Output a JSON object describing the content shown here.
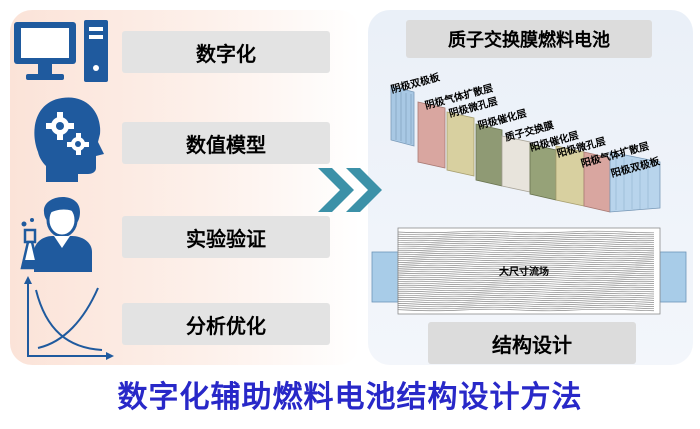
{
  "left_steps": [
    {
      "label": "数字化",
      "icon": "computer-icon"
    },
    {
      "label": "数值模型",
      "icon": "head-gears-icon"
    },
    {
      "label": "实验验证",
      "icon": "scientist-icon"
    },
    {
      "label": "分析优化",
      "icon": "curve-chart-icon"
    }
  ],
  "right_panel": {
    "title": "质子交换膜燃料电池",
    "layers": [
      "阴极双极板",
      "阴极气体扩散层",
      "阴极微孔层",
      "阴极催化层",
      "质子交换膜",
      "阳极催化层",
      "阳极微孔层",
      "阳极气体扩散层",
      "阳极双极板"
    ],
    "flow_field_label": "大尺寸流场",
    "structure_label": "结构设计"
  },
  "footer_title": "数字化辅助燃料电池结构设计方法",
  "colors": {
    "icon_blue": "#1f5a9e",
    "arrow_blue": "#3c91a8",
    "footer_title": "#2828c8"
  }
}
